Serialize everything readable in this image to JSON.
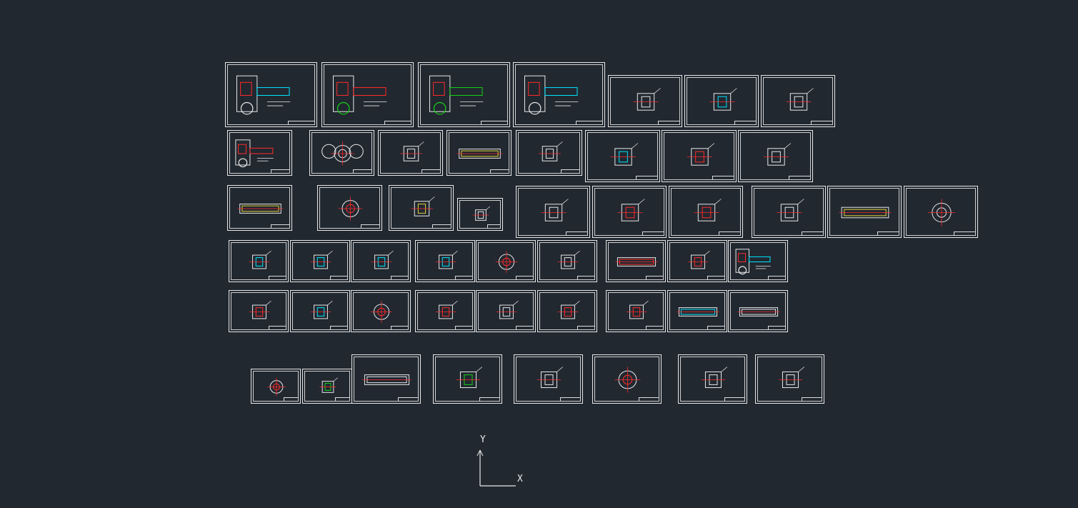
{
  "viewport": {
    "background": "#212830",
    "description_colors": {
      "frame": "#e8e8e8",
      "cyan": "#00e5ff",
      "red": "#ff2a2a",
      "green": "#14d214",
      "yellow": "#e6d23c"
    }
  },
  "ucs": {
    "x_label": "X",
    "y_label": "Y"
  },
  "drawing_sheets": [
    {
      "art": "assembly-red-cyan"
    },
    {
      "art": "assembly-red-green"
    },
    {
      "art": "arm-green"
    },
    {
      "art": "arm-cyan"
    },
    {
      "art": "part-white"
    },
    {
      "art": "part-cyan"
    },
    {
      "art": "part-white"
    },
    {
      "art": "column-red"
    },
    {
      "art": "gear-pair"
    },
    {
      "art": "part-white"
    },
    {
      "art": "long-yellow"
    },
    {
      "art": "part-white"
    },
    {
      "art": "part-cyan"
    },
    {
      "art": "part-red"
    },
    {
      "art": "part-white"
    },
    {
      "art": "long-yellow"
    },
    {
      "art": "gear-red"
    },
    {
      "art": "part-yellow"
    },
    {
      "art": "part-white"
    },
    {
      "art": "part-white"
    },
    {
      "art": "part-red"
    },
    {
      "art": "part-red"
    },
    {
      "art": "part-white"
    },
    {
      "art": "long-yellow"
    },
    {
      "art": "gear-white"
    },
    {
      "art": "part-cyan"
    },
    {
      "art": "part-cyan"
    },
    {
      "art": "part-cyan"
    },
    {
      "art": "part-cyan"
    },
    {
      "art": "gear-red"
    },
    {
      "art": "part-white"
    },
    {
      "art": "long-red"
    },
    {
      "art": "part-red"
    },
    {
      "art": "assembly-red-cyan"
    },
    {
      "art": "part-red"
    },
    {
      "art": "part-cyan"
    },
    {
      "art": "gear-red"
    },
    {
      "art": "part-red"
    },
    {
      "art": "part-white"
    },
    {
      "art": "part-red"
    },
    {
      "art": "part-red"
    },
    {
      "art": "long-cyan"
    },
    {
      "art": "long-white"
    },
    {
      "art": "gear-red"
    },
    {
      "art": "part-green"
    },
    {
      "art": "long-white"
    },
    {
      "art": "part-green"
    },
    {
      "art": "part-white"
    },
    {
      "art": "gear-red"
    },
    {
      "art": "part-white"
    },
    {
      "art": "part-white"
    }
  ]
}
